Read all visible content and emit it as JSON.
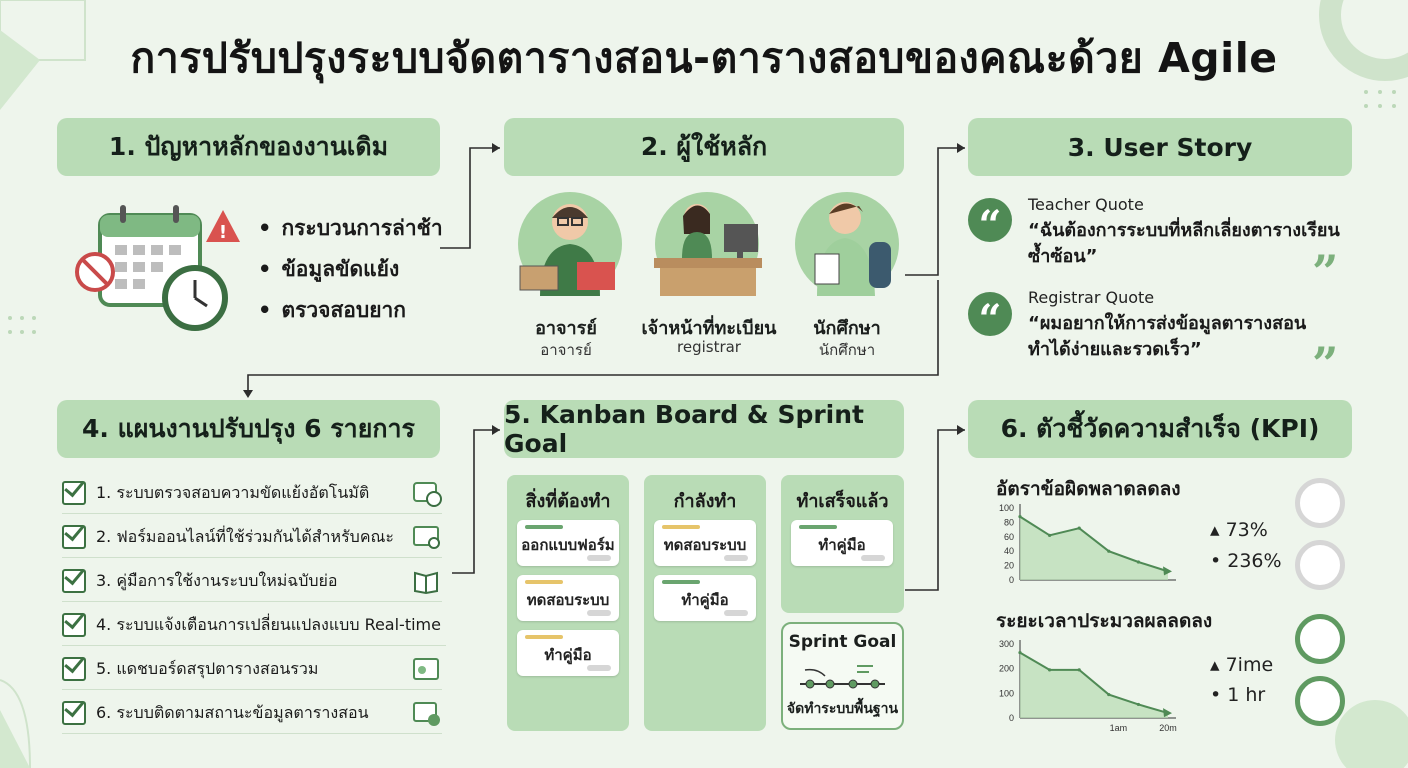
{
  "title": "การปรับปรุงระบบจัดตารางสอน-ตารางสอบของคณะด้วย Agile",
  "colors": {
    "accent": "#4f8a55",
    "header_bg": "#b9dcb6",
    "background": "#eef5ec",
    "yellow": "#e6c46a",
    "green": "#6aa56f"
  },
  "section1": {
    "heading": "1. ปัญหาหลักของงานเดิม",
    "bullets": [
      "กระบวนการล่าช้า",
      "ข้อมูลขัดแย้ง",
      "ตรวจสอบยาก"
    ]
  },
  "section2": {
    "heading": "2. ผู้ใช้หลัก",
    "personas": [
      {
        "name": "อาจารย์",
        "sub": "อาจารย์"
      },
      {
        "name": "เจ้าหน้าที่ทะเบียน",
        "sub": "registrar"
      },
      {
        "name": "นักศึกษา",
        "sub": "นักศึกษา"
      }
    ]
  },
  "section3": {
    "heading": "3. User Story",
    "quotes": [
      {
        "label": "Teacher Quote",
        "line1": "“ฉันต้องการระบบที่หลีกเลี่ยงตารางเรียน",
        "line2": "ซ้ำซ้อน”"
      },
      {
        "label": "Registrar Quote",
        "line1": "“ผมอยากให้การส่งข้อมูลตารางสอน",
        "line2": "ทำได้ง่ายและรวดเร็ว”"
      }
    ]
  },
  "section4": {
    "heading": "4. แผนงานปรับปรุง 6 รายการ",
    "items": [
      {
        "label": "1. ระบบตรวจสอบความขัดแย้งอัตโนมัติ",
        "icon": "calendar-clock-icon"
      },
      {
        "label": "2. ฟอร์มออนไลน์ที่ใช้ร่วมกันได้สำหรับคณะ",
        "icon": "form-search-icon"
      },
      {
        "label": "3. คู่มือการใช้งานระบบใหม่ฉบับย่อ",
        "icon": "book-icon"
      },
      {
        "label": "4. ระบบแจ้งเตือนการเปลี่ยนแปลงแบบ Real-time",
        "icon": "bell-icon"
      },
      {
        "label": "5. แดชบอร์ดสรุปตารางสอนรวม",
        "icon": "dashboard-icon"
      },
      {
        "label": "6. ระบบติดตามสถานะข้อมูลตารางสอน",
        "icon": "tracking-icon"
      }
    ]
  },
  "section5": {
    "heading": "5. Kanban Board & Sprint Goal",
    "columns": [
      {
        "title": "สิ่งที่ต้องทำ",
        "cards": [
          {
            "text": "ออกแบบฟอร์ม",
            "tag": "green"
          },
          {
            "text": "ทดสอบระบบ",
            "tag": "yellow"
          },
          {
            "text": "ทำคู่มือ",
            "tag": "yellow"
          }
        ]
      },
      {
        "title": "กำลังทำ",
        "cards": [
          {
            "text": "ทดสอบระบบ",
            "tag": "yellow"
          },
          {
            "text": "ทำคู่มือ",
            "tag": "green"
          }
        ]
      },
      {
        "title": "ทำเสร็จแล้ว",
        "cards": [
          {
            "text": "ทำคู่มือ",
            "tag": "green"
          }
        ]
      }
    ],
    "sprint_goal": {
      "title": "Sprint Goal",
      "caption": "จัดทำระบบพื้นฐาน"
    }
  },
  "section6": {
    "heading": "6. ตัวชี้วัดความสำเร็จ (KPI)",
    "kpis": [
      {
        "title": "อัตราข้อผิดพลาดลดลง",
        "values": [
          "▴ 73%",
          "• 236%"
        ]
      },
      {
        "title": "ระยะเวลาประมวลผลลดลง",
        "values": [
          "▴ 7ime",
          "• 1 hr"
        ]
      }
    ]
  },
  "chart_data": [
    {
      "type": "area",
      "title": "อัตราข้อผิดพลาดลดลง",
      "x": [
        0,
        1,
        2,
        3,
        4,
        5
      ],
      "values": [
        88,
        62,
        72,
        40,
        25,
        12
      ],
      "ylim": [
        0,
        100
      ],
      "yticks": [
        "0",
        "20",
        "40",
        "60",
        "80",
        "100"
      ],
      "xticks": []
    },
    {
      "type": "area",
      "title": "ระยะเวลาประมวลผลลดลง",
      "x": [
        0,
        1,
        2,
        3,
        4,
        5
      ],
      "values": [
        265,
        195,
        195,
        95,
        55,
        20
      ],
      "ylim": [
        0,
        300
      ],
      "yticks": [
        "0",
        "100",
        "200",
        "300"
      ],
      "xticks": [
        "1am",
        "20m"
      ]
    }
  ]
}
